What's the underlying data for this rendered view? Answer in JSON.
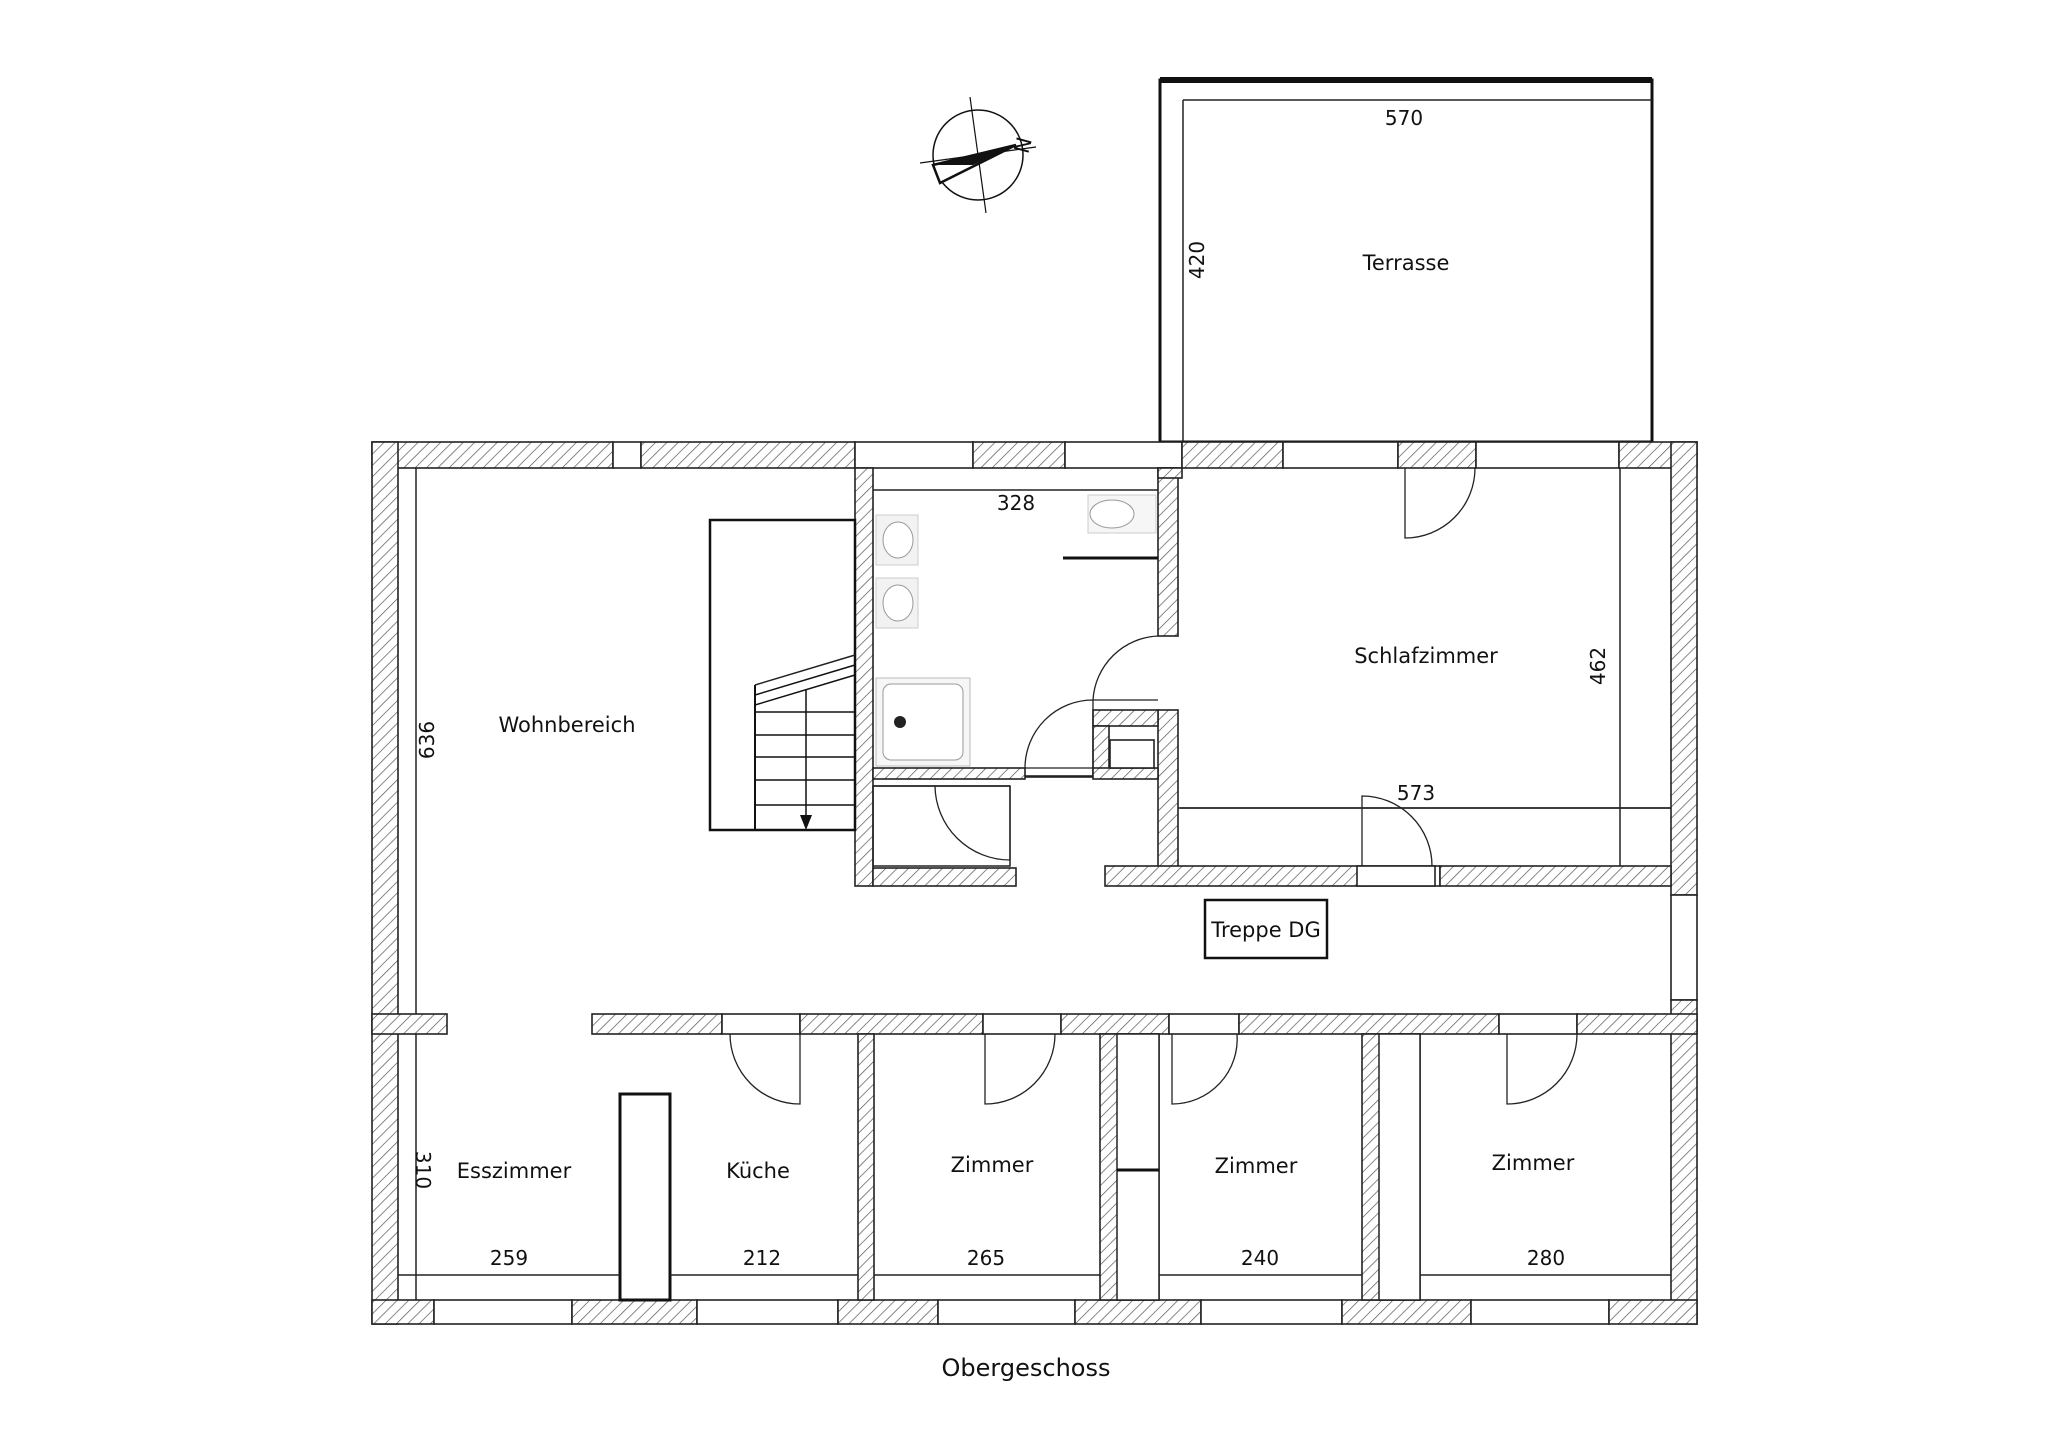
{
  "title": "Obergeschoss",
  "compass": {
    "north_label": "N"
  },
  "rooms": {
    "terrasse": "Terrasse",
    "wohnbereich": "Wohnbereich",
    "schlafzimmer": "Schlafzimmer",
    "treppe": "Treppe DG",
    "esszimmer": "Esszimmer",
    "kueche": "Küche",
    "zimmer1": "Zimmer",
    "zimmer2": "Zimmer",
    "zimmer3": "Zimmer"
  },
  "dimensions": {
    "terrasse_width": "570",
    "terrasse_depth": "420",
    "bad_width": "328",
    "wohn_height": "636",
    "schlaf_height": "462",
    "schlaf_width": "573",
    "ess_height": "310",
    "ess_width": "259",
    "kueche_width": "212",
    "zimmer1_width": "265",
    "zimmer2_width": "240",
    "zimmer3_width": "280"
  }
}
